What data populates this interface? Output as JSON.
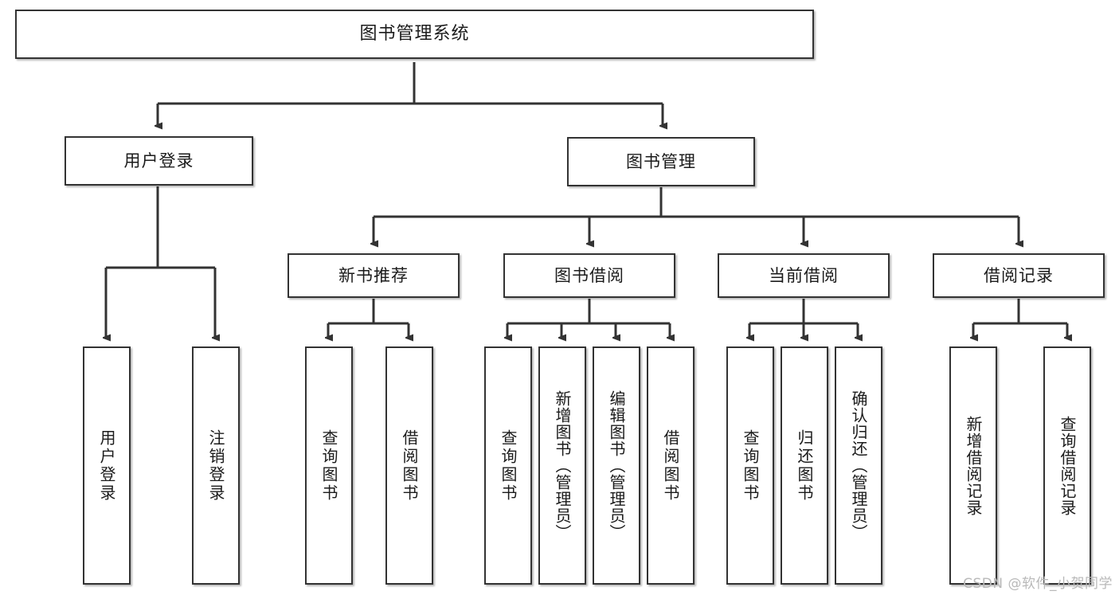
{
  "diagram": {
    "title": "图书管理系统",
    "watermark": "CSDN @软件_小贺同学",
    "colors": {
      "box_border": "#333333",
      "box_fill": "#ffffff",
      "edge": "#333333",
      "text": "#1b1b1b",
      "watermark": "#b9b9b9",
      "background": "#ffffff"
    },
    "nodes": {
      "root": {
        "label": "图书管理系统"
      },
      "level2": [
        {
          "id": "user-login",
          "label": "用户登录"
        },
        {
          "id": "book-management",
          "label": "图书管理"
        }
      ],
      "level3": [
        {
          "id": "new-book-recommend",
          "label": "新书推荐"
        },
        {
          "id": "book-borrow",
          "label": "图书借阅"
        },
        {
          "id": "current-borrow",
          "label": "当前借阅"
        },
        {
          "id": "borrow-record",
          "label": "借阅记录"
        }
      ],
      "leaves": {
        "user_login": [
          {
            "id": "leaf-user-login",
            "label": "用户登录"
          },
          {
            "id": "leaf-logout-login",
            "label": "注销登录"
          }
        ],
        "new_book_recommend": [
          {
            "id": "leaf-query-book-1",
            "label": "查询图书"
          },
          {
            "id": "leaf-borrow-book-1",
            "label": "借阅图书"
          }
        ],
        "book_borrow": [
          {
            "id": "leaf-query-book-2",
            "label": "查询图书"
          },
          {
            "id": "leaf-add-book-admin",
            "label": "新增图书（管理员）"
          },
          {
            "id": "leaf-edit-book-admin",
            "label": "编辑图书（管理员）"
          },
          {
            "id": "leaf-borrow-book-2",
            "label": "借阅图书"
          }
        ],
        "current_borrow": [
          {
            "id": "leaf-query-book-3",
            "label": "查询图书"
          },
          {
            "id": "leaf-return-book",
            "label": "归还图书"
          },
          {
            "id": "leaf-confirm-return-admin",
            "label": "确认归还（管理员）"
          }
        ],
        "borrow_record": [
          {
            "id": "leaf-add-borrow-record",
            "label": "新增借阅记录"
          },
          {
            "id": "leaf-query-borrow-record",
            "label": "查询借阅记录"
          }
        ]
      }
    }
  }
}
